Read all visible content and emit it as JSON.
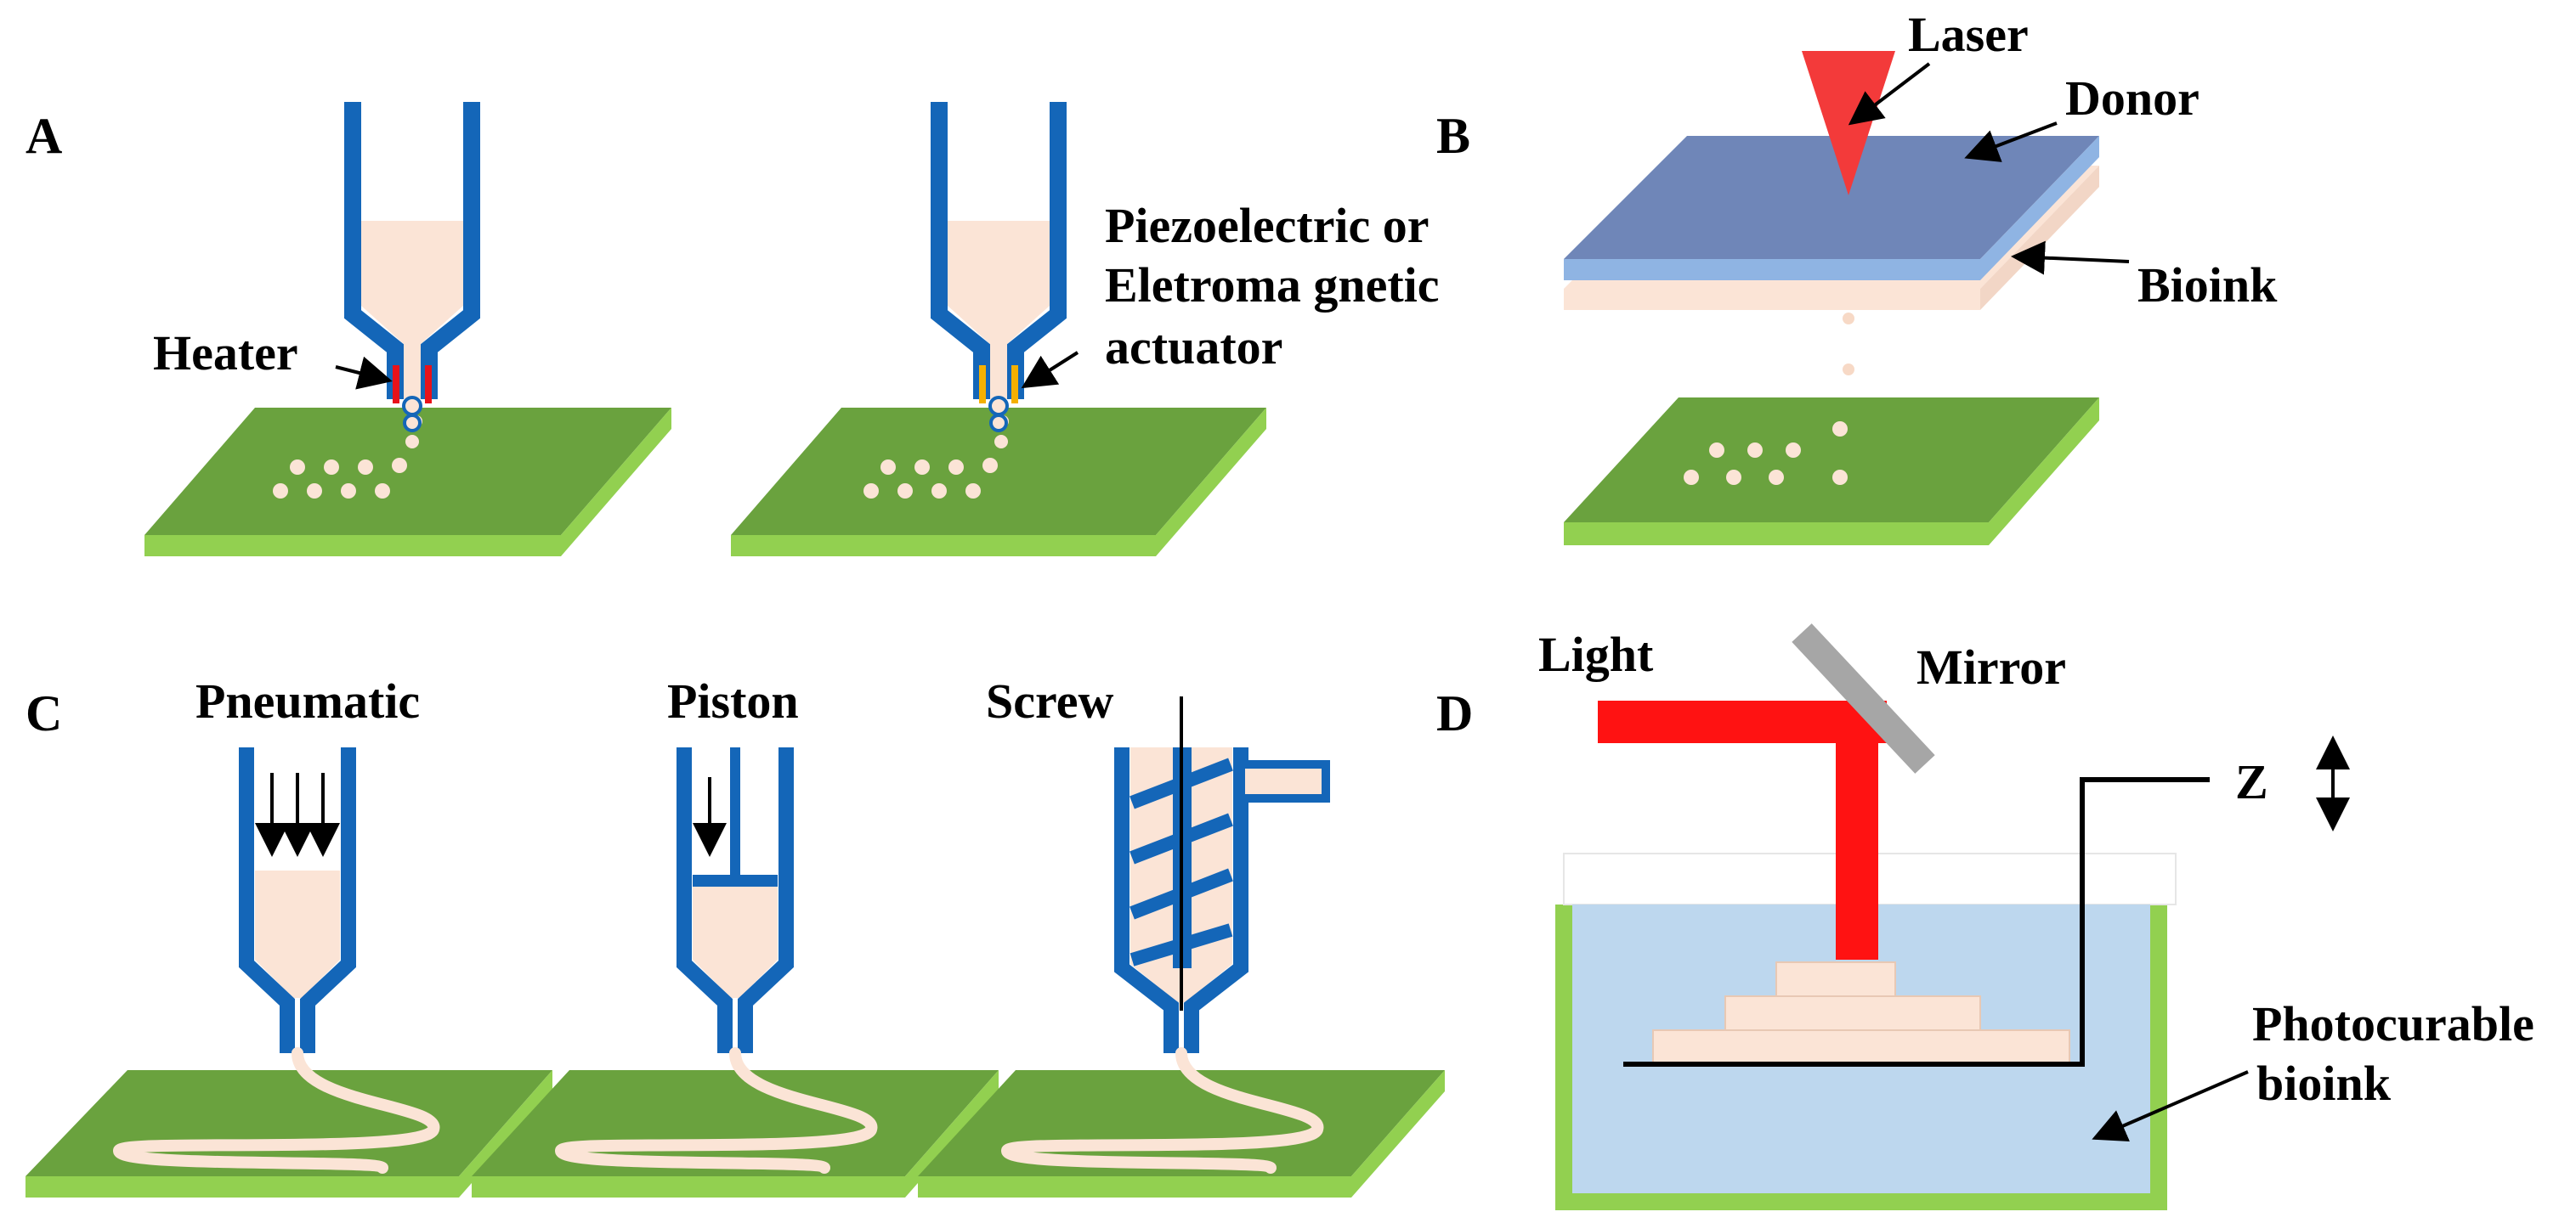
{
  "panels": {
    "a": {
      "letter": "A",
      "heater_label": "Heater",
      "actuator_label_line1": "Piezoelectric or",
      "actuator_label_line2": "Eletroma gnetic",
      "actuator_label_line3": "actuator"
    },
    "b": {
      "letter": "B",
      "laser_label": "Laser",
      "donor_label": "Donor",
      "bioink_label": "Bioink"
    },
    "c": {
      "letter": "C",
      "pneumatic_label": "Pneumatic",
      "piston_label": "Piston",
      "screw_label": "Screw"
    },
    "d": {
      "letter": "D",
      "light_label": "Light",
      "mirror_label": "Mirror",
      "z_label": "Z",
      "photocurable_label_line1": "Photocurable",
      "photocurable_label_line2": "bioink"
    }
  },
  "colors": {
    "nozzle_blue": "#1466b8",
    "bioink_fill": "#fbe4d6",
    "platform_top": "#6aa23e",
    "platform_side": "#92d050",
    "heater_red": "#e8121a",
    "actuator_yellow": "#f4b000",
    "donor_blue": "#6f86b8",
    "donor_edge": "#8fb4e3",
    "laser_red": "#f33a3a",
    "light_red": "#ff1212",
    "mirror_gray": "#a6a6a6",
    "vat_liquid": "#bdd7ee",
    "vat_wall": "#92d050"
  }
}
